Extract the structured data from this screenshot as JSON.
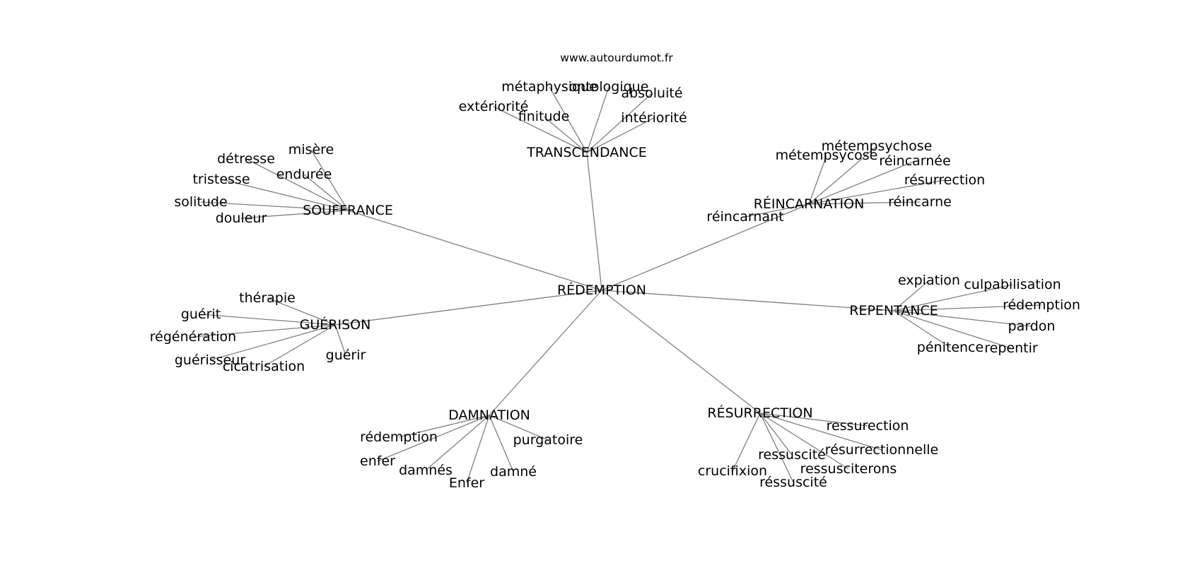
{
  "source_label": "www.autourdumot.fr",
  "center": {
    "label": "RÉDEMPTION"
  },
  "clusters": [
    {
      "key": "transcendance",
      "label": "TRANSCENDANCE",
      "words": [
        "métaphysique",
        "ontologique",
        "absoluité",
        "extériorité",
        "finitude",
        "intériorité"
      ]
    },
    {
      "key": "souffrance",
      "label": "SOUFFRANCE",
      "words": [
        "misère",
        "détresse",
        "endurée",
        "tristesse",
        "solitude",
        "douleur"
      ]
    },
    {
      "key": "reincarnation",
      "label": "RÉINCARNATION",
      "words": [
        "métempsychose",
        "métempsycose",
        "réincarnée",
        "résurrection",
        "réincarne",
        "réincarnant"
      ]
    },
    {
      "key": "guerison",
      "label": "GUÉRISON",
      "words": [
        "thérapie",
        "guérit",
        "régénération",
        "guérisseur",
        "cicatrisation",
        "guérir"
      ]
    },
    {
      "key": "repentance",
      "label": "REPENTANCE",
      "words": [
        "expiation",
        "culpabilisation",
        "rédemption",
        "pardon",
        "pénitence",
        "repentir"
      ]
    },
    {
      "key": "damnation",
      "label": "DAMNATION",
      "words": [
        "rédemption",
        "purgatoire",
        "enfer",
        "damnés",
        "damné",
        "Enfer"
      ]
    },
    {
      "key": "resurrection",
      "label": "RÉSURRECTION",
      "words": [
        "ressurection",
        "résurrectionnelle",
        "ressuscité",
        "ressusciterons",
        "crucifixion",
        "réssuscité"
      ]
    }
  ]
}
